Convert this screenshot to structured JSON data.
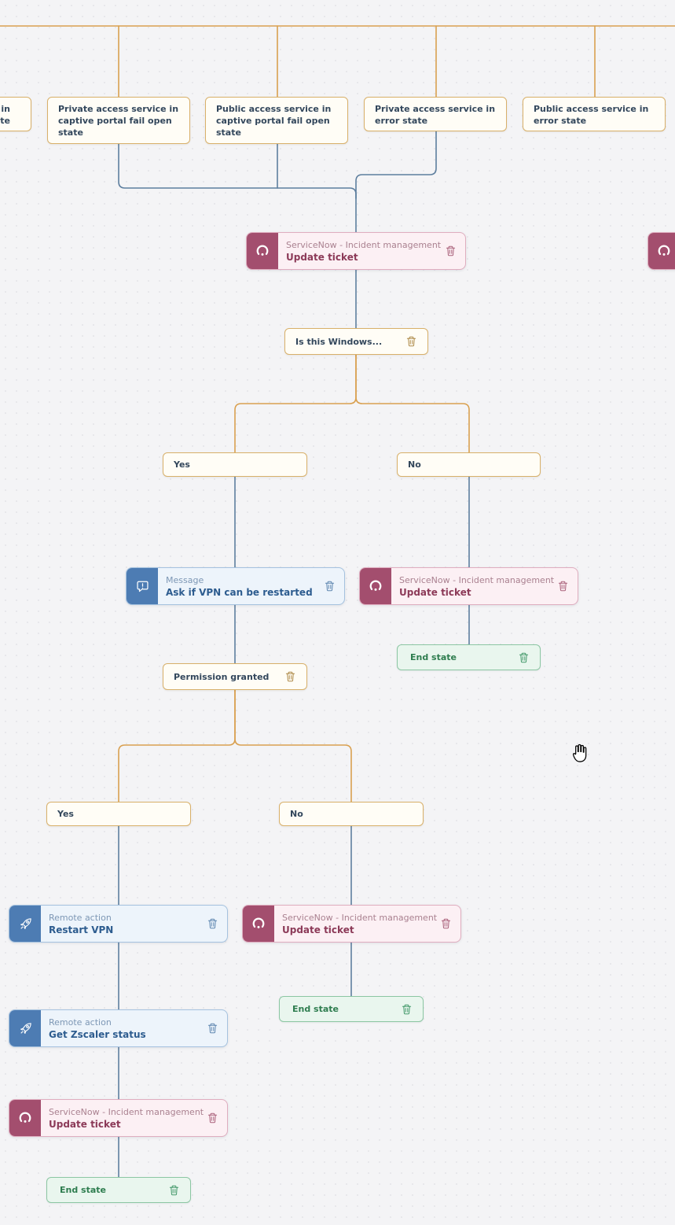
{
  "colors": {
    "branch_wire": "#d9a050",
    "flow_wire": "#5d7e9e",
    "condition_border": "#d8b06a",
    "servicenow_accent": "#a34e6e",
    "action_blue_accent": "#4d7cb3",
    "end_state_green": "#2e7d4f"
  },
  "icons": {
    "delete": "trash-icon",
    "servicenow": "servicenow-swirl-icon",
    "message": "speech-bubble-icon",
    "remote_action": "rocket-icon",
    "pointer": "grab-hand-cursor"
  },
  "nodes": {
    "cond_clipped": {
      "line1": "in",
      "line2": "ate"
    },
    "cond_private_captive": {
      "label": "Private access service in captive portal fail open state"
    },
    "cond_public_captive": {
      "label": "Public access service in captive portal fail open state"
    },
    "cond_private_error": {
      "label": "Private access service in error state"
    },
    "cond_public_error": {
      "label": "Public access service in error state"
    },
    "sn_top": {
      "type_label": "ServiceNow - Incident management",
      "title": "Update ticket"
    },
    "cond_is_windows": {
      "label": "Is this Windows..."
    },
    "cond_yes_1": {
      "label": "Yes"
    },
    "cond_no_1": {
      "label": "No"
    },
    "msg_ask_vpn": {
      "type_label": "Message",
      "title": "Ask if VPN can be restarted"
    },
    "sn_not_windows": {
      "type_label": "ServiceNow - Incident management",
      "title": "Update ticket"
    },
    "end_not_windows": {
      "label": "End state"
    },
    "cond_permission": {
      "label": "Permission granted"
    },
    "cond_yes_2": {
      "label": "Yes"
    },
    "cond_no_2": {
      "label": "No"
    },
    "ra_restart_vpn": {
      "type_label": "Remote action",
      "title": "Restart VPN"
    },
    "sn_no_permission": {
      "type_label": "ServiceNow - Incident management",
      "title": "Update ticket"
    },
    "end_no_permission": {
      "label": "End state"
    },
    "ra_get_zscaler": {
      "type_label": "Remote action",
      "title": "Get Zscaler status"
    },
    "sn_after_restart": {
      "type_label": "ServiceNow - Incident management",
      "title": "Update ticket"
    },
    "end_after_restart": {
      "label": "End state"
    }
  }
}
